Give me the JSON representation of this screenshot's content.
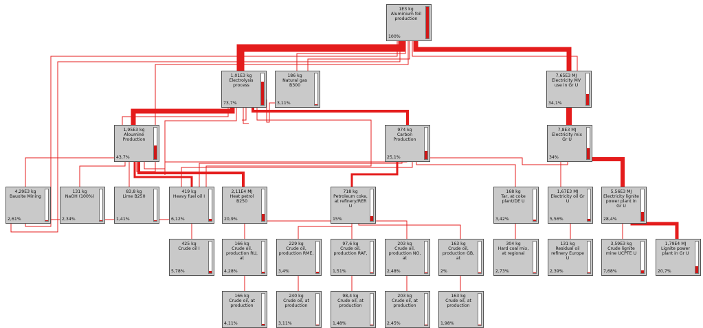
{
  "colors": {
    "flow": "#e41c1c",
    "node_fill": "#c9c9c9",
    "bar_fill": "#d01818"
  },
  "nodes": [
    {
      "id": "n0",
      "amount": "1E3 kg",
      "name": "Aluminium foil production",
      "pct": "100%",
      "share": 1.0
    },
    {
      "id": "n1",
      "amount": "1,01E3 kg",
      "name": "Electrolysis process",
      "pct": "73,7%",
      "share": 0.737
    },
    {
      "id": "n2",
      "amount": "186 kg",
      "name": "Natural gas B300",
      "pct": "3,11%",
      "share": 0.0311
    },
    {
      "id": "n3",
      "amount": "7,65E3 MJ",
      "name": "Electricity MV use in Gr U",
      "pct": "34,1%",
      "share": 0.341
    },
    {
      "id": "n4",
      "amount": "1,95E3 kg",
      "name": "Aloumine Production",
      "pct": "43,7%",
      "share": 0.437
    },
    {
      "id": "n5",
      "amount": "974 kg",
      "name": "Carbon Production",
      "pct": "25,1%",
      "share": 0.251
    },
    {
      "id": "n6",
      "amount": "7,8E3 MJ",
      "name": "Electricity mix Gr U",
      "pct": "34%",
      "share": 0.34
    },
    {
      "id": "n7",
      "amount": "4,29E3 kg",
      "name": "Bauxite Mining",
      "pct": "2,61%",
      "share": 0.0261
    },
    {
      "id": "n8",
      "amount": "131 kg",
      "name": "NaOH (100%)",
      "pct": "2,34%",
      "share": 0.0234
    },
    {
      "id": "n9",
      "amount": "83,8 kg",
      "name": "Lime B250",
      "pct": "1,41%",
      "share": 0.0141
    },
    {
      "id": "n10",
      "amount": "419 kg",
      "name": "Heavy fuel oil I",
      "pct": "6,12%",
      "share": 0.0612
    },
    {
      "id": "n11",
      "amount": "2,11E4 MJ",
      "name": "Heat petrol B250",
      "pct": "20,9%",
      "share": 0.209
    },
    {
      "id": "n12",
      "amount": "718 kg",
      "name": "Petroleum coke, at refinery/RER U",
      "pct": "15%",
      "share": 0.15
    },
    {
      "id": "n13",
      "amount": "168 kg",
      "name": "Tar, at coke plant/DE U",
      "pct": "3,42%",
      "share": 0.0342
    },
    {
      "id": "n14",
      "amount": "1,67E3 MJ",
      "name": "Electricity oil Gr U",
      "pct": "5,56%",
      "share": 0.0556
    },
    {
      "id": "n15",
      "amount": "5,56E3 MJ",
      "name": "Electricity lignite power plant in Gr U",
      "pct": "28,4%",
      "share": 0.284
    },
    {
      "id": "n16",
      "amount": "425 kg",
      "name": "Crude oil I",
      "pct": "5,78%",
      "share": 0.0578
    },
    {
      "id": "n17",
      "amount": "166 kg",
      "name": "Crude oil, production RU, at",
      "pct": "4,28%",
      "share": 0.0428
    },
    {
      "id": "n18",
      "amount": "229 kg",
      "name": "Crude oil, production RME,",
      "pct": "3,4%",
      "share": 0.034
    },
    {
      "id": "n19",
      "amount": "97,6 kg",
      "name": "Crude oil, production RAF,",
      "pct": "1,51%",
      "share": 0.0151
    },
    {
      "id": "n20",
      "amount": "203 kg",
      "name": "Crude oil, production NO, at",
      "pct": "2,48%",
      "share": 0.0248
    },
    {
      "id": "n21",
      "amount": "163 kg",
      "name": "Crude oil, production GB, at",
      "pct": "2%",
      "share": 0.02
    },
    {
      "id": "n22",
      "amount": "304 kg",
      "name": "Hard coal mix, at regional",
      "pct": "2,73%",
      "share": 0.0273
    },
    {
      "id": "n23",
      "amount": "131 kg",
      "name": "Residual oil refinery Europe U",
      "pct": "2,39%",
      "share": 0.0239
    },
    {
      "id": "n24",
      "amount": "3,59E3 kg",
      "name": "Crude lignite mine UCPTE U",
      "pct": "7,68%",
      "share": 0.0768
    },
    {
      "id": "n25",
      "amount": "1,79E4 MJ",
      "name": "Lignite power plant in Gr U",
      "pct": "20,7%",
      "share": 0.207
    },
    {
      "id": "n26",
      "amount": "166 kg",
      "name": "Crude oil, at production",
      "pct": "4,11%",
      "share": 0.0411
    },
    {
      "id": "n27",
      "amount": "240 kg",
      "name": "Crude oil, at production",
      "pct": "3,11%",
      "share": 0.0311
    },
    {
      "id": "n28",
      "amount": "98,4 kg",
      "name": "Crude oil, at production",
      "pct": "1,48%",
      "share": 0.0148
    },
    {
      "id": "n29",
      "amount": "203 kg",
      "name": "Crude oil, at production",
      "pct": "2,45%",
      "share": 0.0245
    },
    {
      "id": "n30",
      "amount": "163 kg",
      "name": "Crude oil, at production",
      "pct": "1,98%",
      "share": 0.0198
    }
  ]
}
